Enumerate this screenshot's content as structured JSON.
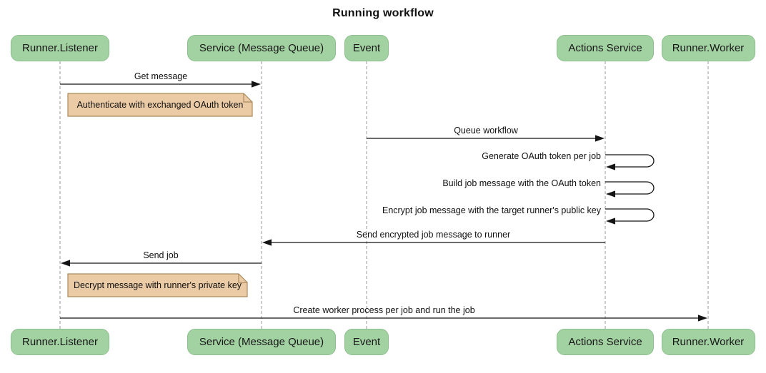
{
  "title": "Running workflow",
  "diagram": {
    "type": "sequence",
    "actors": [
      {
        "id": "runner-listener",
        "label": "Runner.Listener"
      },
      {
        "id": "service-message-queue",
        "label": "Service (Message Queue)"
      },
      {
        "id": "event",
        "label": "Event"
      },
      {
        "id": "actions-service",
        "label": "Actions Service"
      },
      {
        "id": "runner-worker",
        "label": "Runner.Worker"
      }
    ],
    "messages": [
      {
        "kind": "arrow",
        "from": "runner-listener",
        "to": "service-message-queue",
        "label": "Get message"
      },
      {
        "kind": "note",
        "over": "runner-listener",
        "label": "Authenticate with exchanged OAuth token"
      },
      {
        "kind": "arrow",
        "from": "event",
        "to": "actions-service",
        "label": "Queue workflow"
      },
      {
        "kind": "self",
        "from": "actions-service",
        "to": "actions-service",
        "label": "Generate OAuth token per job"
      },
      {
        "kind": "self",
        "from": "actions-service",
        "to": "actions-service",
        "label": "Build job message with the OAuth token"
      },
      {
        "kind": "self",
        "from": "actions-service",
        "to": "actions-service",
        "label": "Encrypt job message with the target runner's public key"
      },
      {
        "kind": "arrow",
        "from": "actions-service",
        "to": "service-message-queue",
        "label": "Send encrypted job message to runner"
      },
      {
        "kind": "arrow",
        "from": "service-message-queue",
        "to": "runner-listener",
        "label": "Send job"
      },
      {
        "kind": "note",
        "over": "runner-listener",
        "label": "Decrypt message with runner's private key"
      },
      {
        "kind": "arrow",
        "from": "runner-listener",
        "to": "runner-worker",
        "label": "Create worker process per job and run the job"
      }
    ],
    "colors": {
      "actor_fill": "#A2D1A2",
      "actor_border": "#8CBF8D",
      "note_fill": "#EBCBA6",
      "note_border": "#AA8A5B",
      "lifeline": "#9A9A9A",
      "message_line": "#141414",
      "text": "#111111"
    }
  }
}
